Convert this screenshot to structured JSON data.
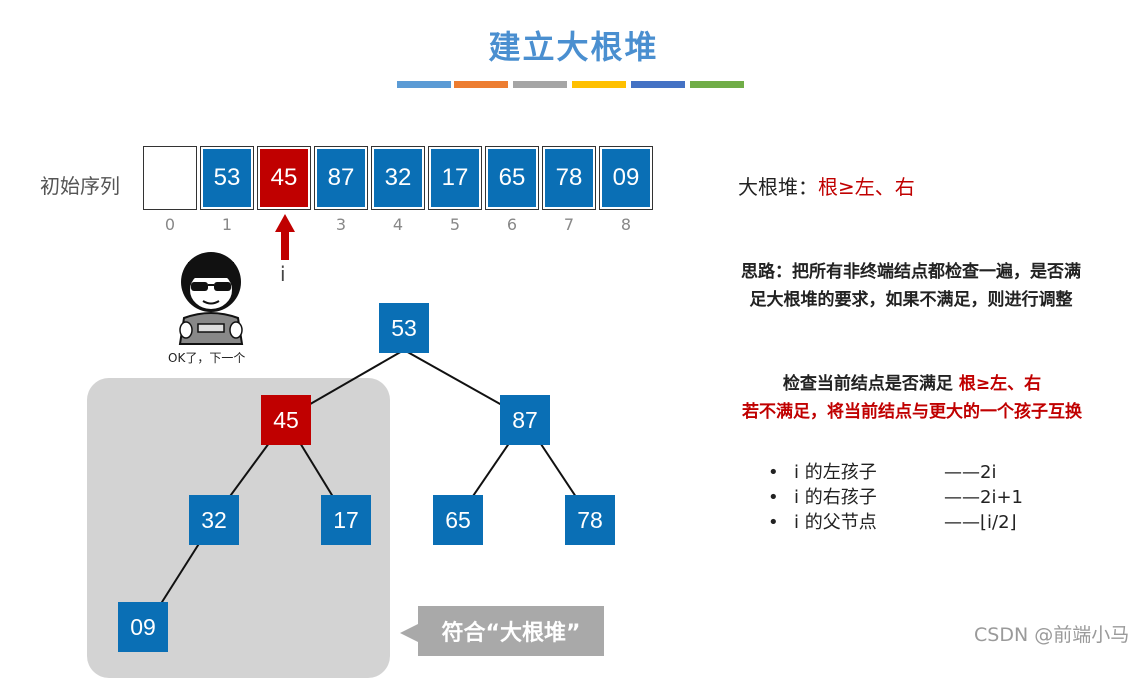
{
  "title": "建立大根堆",
  "stripe_colors": [
    "#5b9bd5",
    "#ed7d31",
    "#a5a5a5",
    "#ffc000",
    "#4472c4",
    "#70ad47"
  ],
  "sequence": {
    "label": "初始序列",
    "cells": [
      {
        "value": "",
        "highlight": false
      },
      {
        "value": "53",
        "highlight": false
      },
      {
        "value": "45",
        "highlight": true
      },
      {
        "value": "87",
        "highlight": false
      },
      {
        "value": "32",
        "highlight": false
      },
      {
        "value": "17",
        "highlight": false
      },
      {
        "value": "65",
        "highlight": false
      },
      {
        "value": "78",
        "highlight": false
      },
      {
        "value": "09",
        "highlight": false
      }
    ],
    "indices": [
      "0",
      "1",
      "",
      "3",
      "4",
      "5",
      "6",
      "7",
      "8"
    ],
    "pointer_label": "i",
    "pointer_index": 2
  },
  "meme_caption": "OK了，下一个",
  "tree": {
    "nodes": [
      {
        "value": "53",
        "highlight": false
      },
      {
        "value": "45",
        "highlight": true
      },
      {
        "value": "87",
        "highlight": false
      },
      {
        "value": "32",
        "highlight": false
      },
      {
        "value": "17",
        "highlight": false
      },
      {
        "value": "65",
        "highlight": false
      },
      {
        "value": "78",
        "highlight": false
      },
      {
        "value": "09",
        "highlight": false
      }
    ]
  },
  "callout": "符合“大根堆”",
  "rule": {
    "prefix": "大根堆：",
    "highlight": "根≥左、右"
  },
  "idea": {
    "line1": "思路：把所有非终端结点都检查一遍，是否满",
    "line2": "足大根堆的要求，如果不满足，则进行调整"
  },
  "check": {
    "line1_prefix": "检查当前结点是否满足 ",
    "line1_highlight": "根≥左、右",
    "line2": "若不满足，将当前结点与更大的一个孩子互换"
  },
  "formulas": [
    {
      "bullet": "•",
      "term": "i 的左孩子",
      "expr": "——2i"
    },
    {
      "bullet": "•",
      "term": "i 的右孩子",
      "expr": "——2i+1"
    },
    {
      "bullet": "•",
      "term": "i 的父节点",
      "expr": "——⌊i/2⌋"
    }
  ],
  "colors": {
    "blue": "#0a6fb5",
    "red": "#c00000",
    "arrow": "#c00000"
  },
  "watermark": "CSDN @前端小马"
}
